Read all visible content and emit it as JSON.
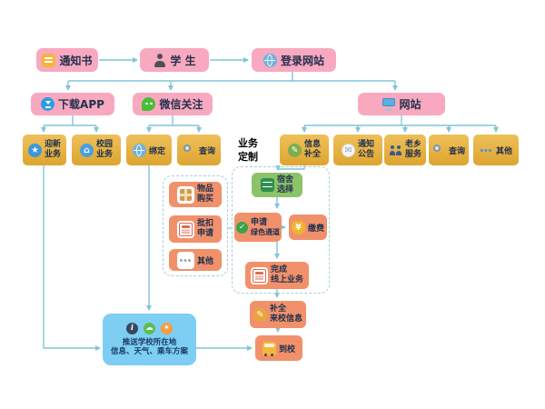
{
  "colors": {
    "pink_box": "#f8a9bf",
    "gold_box": "#dda530",
    "orange_box": "#f0916b",
    "green_box": "#8cc269",
    "blue_box": "#7ecef4",
    "arrow": "#7fc6da"
  },
  "glyphs": {
    "star": "★",
    "home": "⌂",
    "pencil": "✎",
    "mail": "✉",
    "check": "✓",
    "yen": "¥",
    "info": "i",
    "cloud": "☁",
    "sun": "☀"
  },
  "nodes": {
    "notice": {
      "label": "通知书",
      "icon": "document-icon"
    },
    "student": {
      "label": "学 生",
      "icon": "student-icon"
    },
    "login": {
      "label": "登录网站",
      "icon": "globe-icon"
    },
    "app": {
      "label": "下载APP",
      "icon": "app-download-icon"
    },
    "wechat": {
      "label": "微信关注",
      "icon": "wechat-icon"
    },
    "web": {
      "label": "网站",
      "icon": "monitor-icon"
    },
    "welcome": {
      "line1": "迎新",
      "line2": "业务",
      "icon": "star-icon"
    },
    "campus": {
      "line1": "校园",
      "line2": "业务",
      "icon": "campus-icon"
    },
    "bind": {
      "label": "绑定",
      "icon": "globe-icon"
    },
    "query_wechat": {
      "label": "查询",
      "icon": "search-icon"
    },
    "custom": {
      "line1": "业务",
      "line2": "定制"
    },
    "info_fill": {
      "line1": "信息",
      "line2": "补全",
      "icon": "pencil-icon"
    },
    "announce": {
      "line1": "通知",
      "line2": "公告",
      "icon": "mail-icon"
    },
    "hometown": {
      "line1": "老乡",
      "line2": "服务",
      "icon": "people-icon"
    },
    "query_web": {
      "label": "查询",
      "icon": "search-icon"
    },
    "other_web": {
      "label": "其他",
      "icon": "dots-icon"
    },
    "purchase": {
      "line1": "物品",
      "line2": "购买",
      "icon": "package-icon"
    },
    "deduction": {
      "line1": "批扣",
      "line2": "申请",
      "icon": "cards-icon"
    },
    "other_biz": {
      "label": "其他",
      "icon": "dots-icon"
    },
    "dorm": {
      "line1": "宿舍",
      "line2": "选择",
      "icon": "bed-icon"
    },
    "green_channel": {
      "line1": "申请",
      "line2": "绿色通道",
      "icon": "check-icon"
    },
    "pay": {
      "label": "缴费",
      "icon": "money-bag-icon"
    },
    "finish_online": {
      "line1": "完成",
      "line2": "线上业务",
      "icon": "cards-icon"
    },
    "arrival_info": {
      "line1": "补全",
      "line2": "来校信息",
      "icon": "pencil-icon"
    },
    "arrive": {
      "label": "到校",
      "icon": "bus-icon"
    },
    "push": {
      "line1": "推送学校所在地",
      "line2": "信息、天气、乘车方案",
      "icons": [
        "info-icon",
        "weather-cloud-icon",
        "sun-icon"
      ]
    }
  }
}
